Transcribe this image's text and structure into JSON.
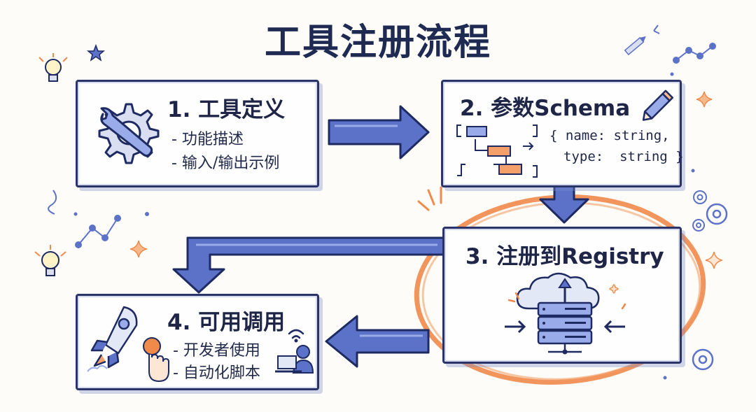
{
  "title": "工具注册流程",
  "steps": [
    {
      "title": "1. 工具定义",
      "bullets": [
        "- 功能描述",
        "- 输入/输出示例"
      ],
      "icon": "wrench-gear-icon"
    },
    {
      "title": "2. 参数Schema",
      "code_line1": "{ name: string,",
      "code_line2": "type:  string }",
      "icon": "pencil-icon"
    },
    {
      "title": "3. 注册到Registry",
      "icon": "cloud-server-icon"
    },
    {
      "title": "4. 可用调用",
      "bullets": [
        "- 开发者使用",
        "- 自动化脚本"
      ],
      "icon": "rocket-icon"
    }
  ],
  "colors": {
    "ink": "#1e2547",
    "arrow_fill": "#5b72c8",
    "accent_orange": "#f08a4b",
    "box_border": "#2a3468"
  }
}
